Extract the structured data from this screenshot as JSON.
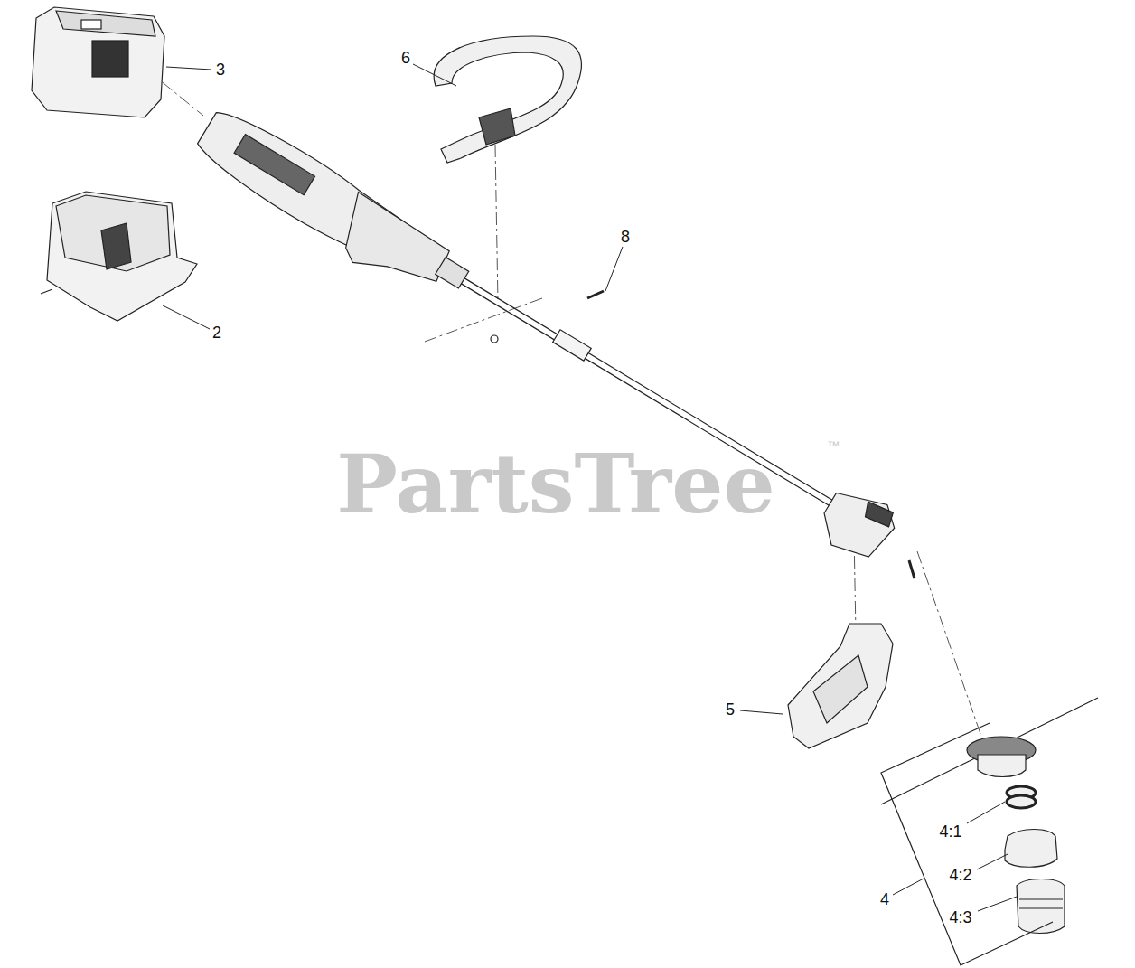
{
  "diagram": {
    "labels": [
      "3",
      "6",
      "8",
      "2",
      "5",
      "4:1",
      "4:2",
      "4:3",
      "4",
      "PartsTree",
      "™"
    ]
  }
}
